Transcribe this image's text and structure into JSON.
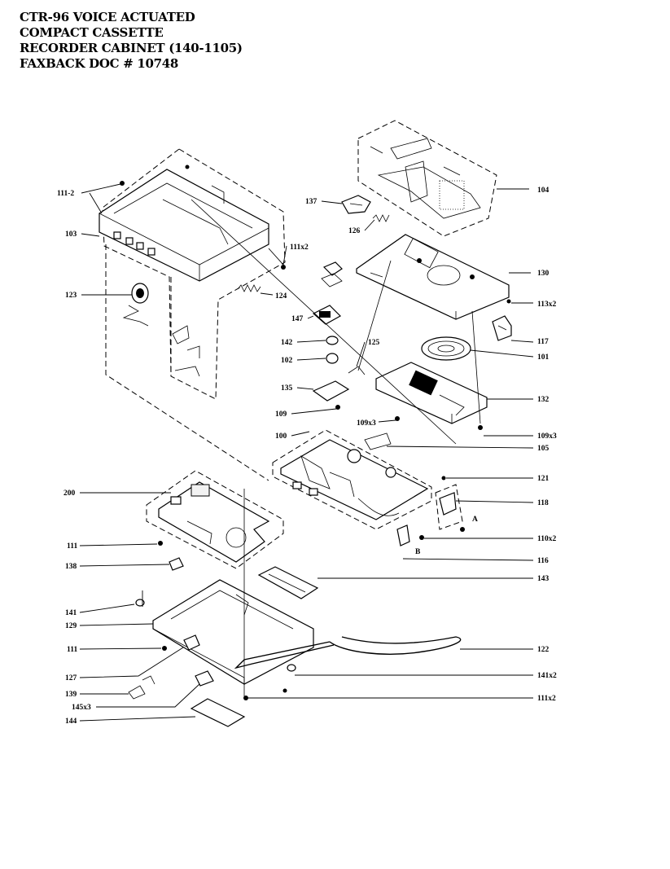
{
  "header": {
    "lines": [
      "CTR-96 VOICE ACTUATED",
      "COMPACT CASSETTE",
      "RECORDER CABINET  (140-1105)",
      "FAXBACK DOC # 10748"
    ]
  },
  "callouts": [
    {
      "id": "104",
      "text": "104"
    },
    {
      "id": "111-2",
      "text": "111-2"
    },
    {
      "id": "137",
      "text": "137"
    },
    {
      "id": "103",
      "text": "103"
    },
    {
      "id": "126",
      "text": "126"
    },
    {
      "id": "111x2-top",
      "text": "111x2"
    },
    {
      "id": "130",
      "text": "130"
    },
    {
      "id": "123",
      "text": "123"
    },
    {
      "id": "124",
      "text": "124"
    },
    {
      "id": "147",
      "text": "147"
    },
    {
      "id": "113x2",
      "text": "113x2"
    },
    {
      "id": "142",
      "text": "142"
    },
    {
      "id": "125",
      "text": "125"
    },
    {
      "id": "117",
      "text": "117"
    },
    {
      "id": "102",
      "text": "102"
    },
    {
      "id": "101",
      "text": "101"
    },
    {
      "id": "135",
      "text": "135"
    },
    {
      "id": "132",
      "text": "132"
    },
    {
      "id": "109",
      "text": "109"
    },
    {
      "id": "109x3-left",
      "text": "109x3"
    },
    {
      "id": "109x3-right",
      "text": "109x3"
    },
    {
      "id": "100",
      "text": "100"
    },
    {
      "id": "105",
      "text": "105"
    },
    {
      "id": "121",
      "text": "121"
    },
    {
      "id": "200",
      "text": "200"
    },
    {
      "id": "118",
      "text": "118"
    },
    {
      "id": "111-mid",
      "text": "111"
    },
    {
      "id": "110x2",
      "text": "110x2"
    },
    {
      "id": "138",
      "text": "138"
    },
    {
      "id": "116",
      "text": "116"
    },
    {
      "id": "143",
      "text": "143"
    },
    {
      "id": "141",
      "text": "141"
    },
    {
      "id": "129",
      "text": "129"
    },
    {
      "id": "111-low",
      "text": "111"
    },
    {
      "id": "122",
      "text": "122"
    },
    {
      "id": "127",
      "text": "127"
    },
    {
      "id": "141x2",
      "text": "141x2"
    },
    {
      "id": "139",
      "text": "139"
    },
    {
      "id": "111x2-bottom",
      "text": "111x2"
    },
    {
      "id": "145x3",
      "text": "145x3"
    },
    {
      "id": "144",
      "text": "144"
    }
  ],
  "markers": {
    "a": "A",
    "b": "B"
  }
}
